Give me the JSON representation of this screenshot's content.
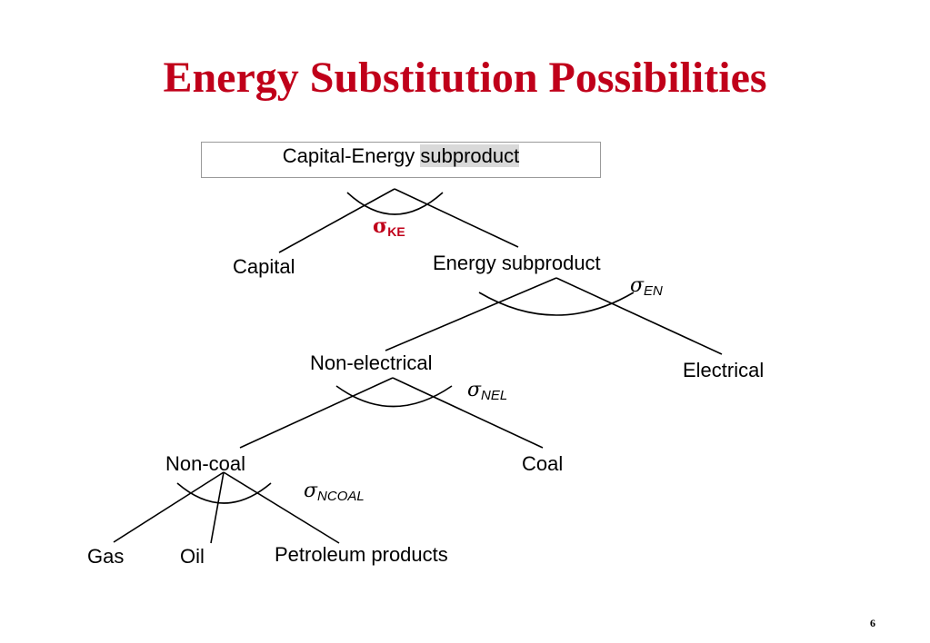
{
  "title": "Energy Substitution Possibilities",
  "root": {
    "text": "Capital-Energy ",
    "highlight": "subproduct"
  },
  "nodes": {
    "capital": "Capital",
    "energy_subproduct": "Energy subproduct",
    "non_electrical": "Non-electrical",
    "electrical": "Electrical",
    "non_coal": "Non-coal",
    "coal": "Coal",
    "gas": "Gas",
    "oil": "Oil",
    "petroleum_products": "Petroleum products"
  },
  "elasticities": {
    "ke": {
      "symbol": "σ",
      "sub": "KE"
    },
    "en": {
      "symbol": "σ",
      "sub": "EN"
    },
    "nel": {
      "symbol": "σ",
      "sub": "NEL"
    },
    "ncoal": {
      "symbol": "σ",
      "sub": "NCOAL"
    }
  },
  "colors": {
    "title": "#c0001a",
    "sigma_ke": "#c0001a"
  },
  "page_number": "6"
}
